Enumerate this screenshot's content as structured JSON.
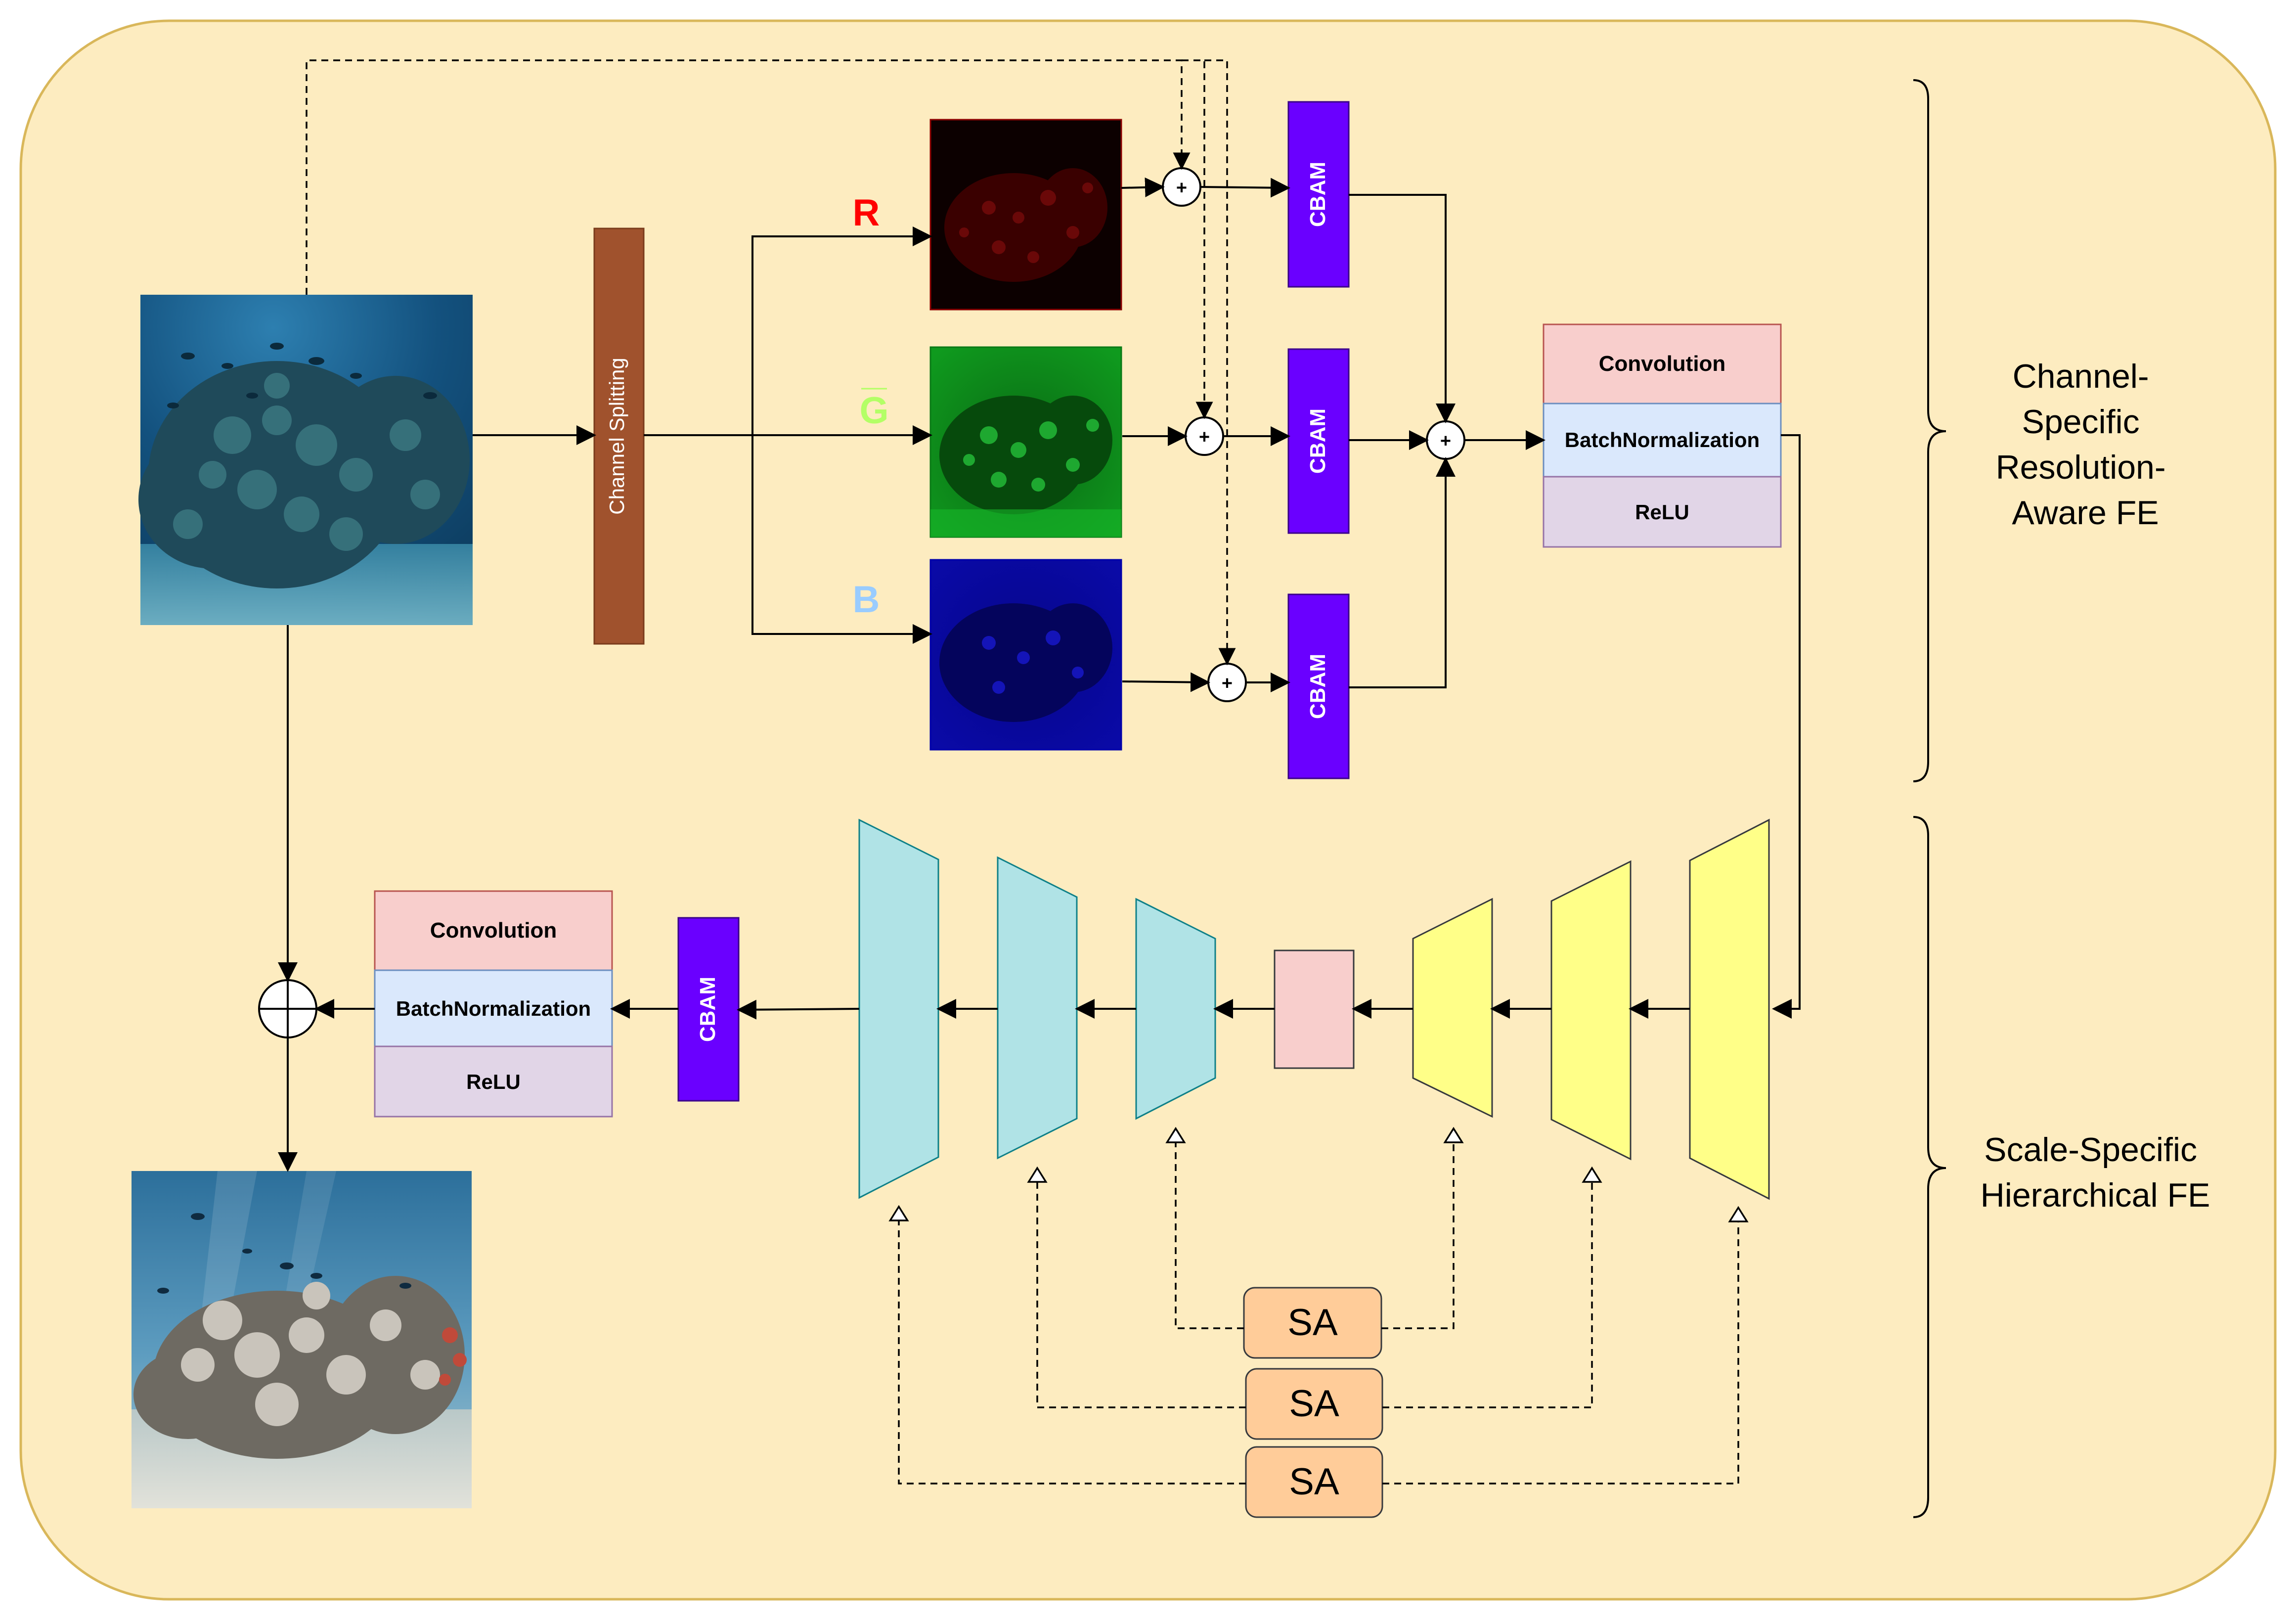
{
  "labels": {
    "channel_splitting": "Channel Splitting",
    "channel_r": "R",
    "channel_g": "G",
    "channel_b": "B",
    "cbam": "CBAM",
    "convolution": "Convolution",
    "batch_normalization": "BatchNormalization",
    "relu": "ReLU",
    "sa": "SA",
    "plus": "+"
  },
  "braces": {
    "top": [
      "Channel-",
      "Specific",
      "Resolution-",
      "Aware FE"
    ],
    "bottom": [
      "Scale-Specific",
      "Hierarchical FE"
    ]
  },
  "colors": {
    "panel_bg": "#fdecc0",
    "panel_border": "#d9b75a",
    "channel_split": "#a0522d",
    "cbam": "#6a00ff",
    "conv": "#f8cecc",
    "bn": "#dae8fc",
    "relu": "#e1d5e7",
    "sa": "#ffcc99",
    "encoder": "#ffff88",
    "decoder": "#b0e3e6",
    "bottleneck": "#f8cecc",
    "label_r": "#ff0000",
    "label_g": "#b3ff66",
    "label_b": "#99ccff"
  }
}
